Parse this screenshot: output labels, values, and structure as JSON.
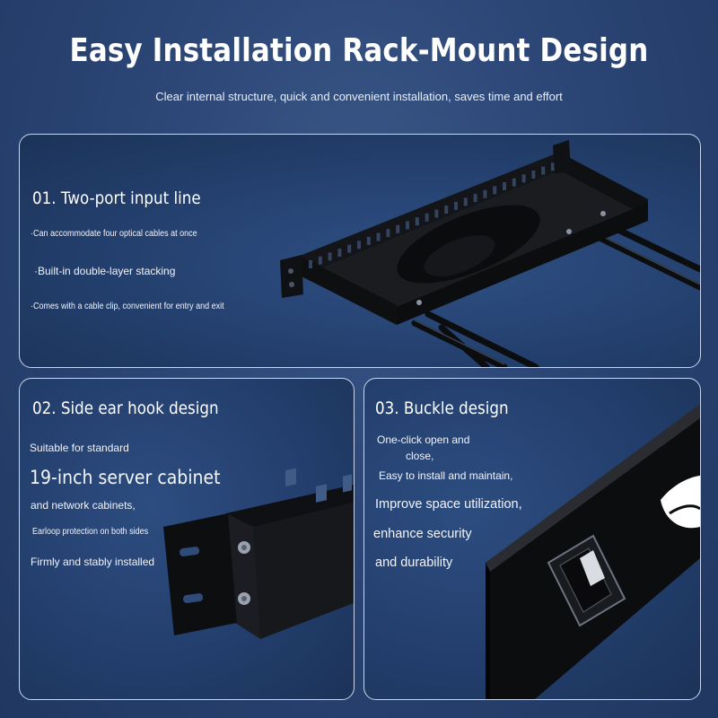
{
  "header": {
    "title": "Easy Installation Rack-Mount Design",
    "subtitle": "Clear internal structure, quick and convenient installation, saves time and effort"
  },
  "panel1": {
    "heading": "01. Two-port input line",
    "lines": [
      "·Can accommodate four optical cables at once",
      "·Built-in double-layer stacking",
      "·Comes with a cable clip, convenient for entry and exit"
    ]
  },
  "panel2": {
    "heading": "02. Side ear hook design",
    "lines": [
      "Suitable for standard",
      "19-inch server cabinet",
      "and network cabinets,",
      "Earloop protection on both sides",
      "Firmly and stably installed"
    ]
  },
  "panel3": {
    "heading": "03. Buckle design",
    "lines": [
      "One-click open and",
      "close,",
      "Easy to install and maintain,",
      "Improve space utilization,",
      "enhance security",
      "and durability"
    ]
  },
  "colors": {
    "background": "#2b4575",
    "panel_border": "#c9d6ec",
    "text": "#ffffff",
    "metal": "#111214"
  }
}
